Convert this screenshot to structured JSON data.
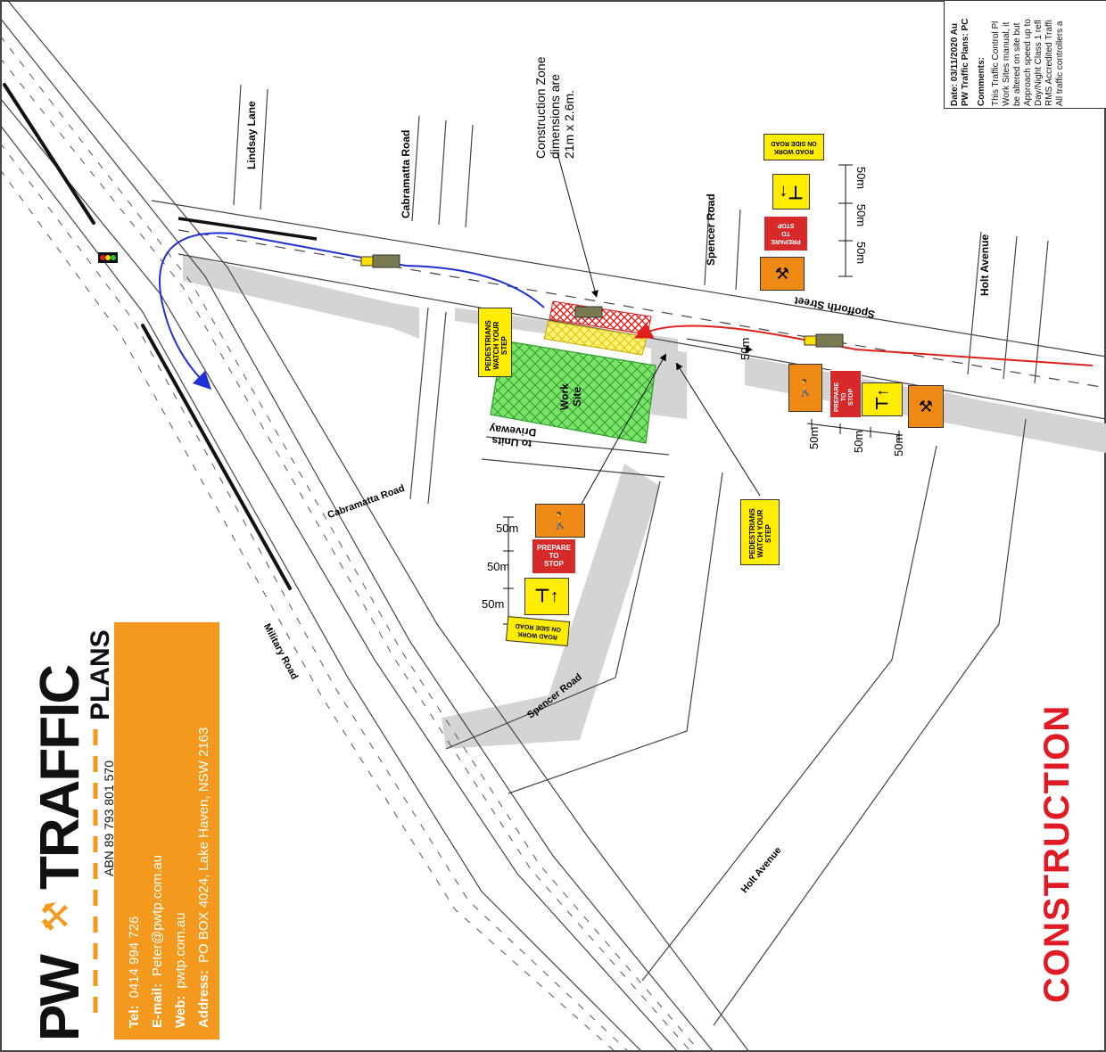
{
  "company": {
    "logo_pw": "PW",
    "logo_traffic": "TRAFFIC",
    "logo_plans": "PLANS",
    "abn": "ABN 89 793 801 570",
    "contacts": [
      {
        "label": "Tel:",
        "value": "0414 994 726"
      },
      {
        "label": "E-mail:",
        "value": "Peter@pwtp.com.au"
      },
      {
        "label": "Web:",
        "value": "pwtp.com.au"
      },
      {
        "label": "Address:",
        "value": "PO BOX 4024, Lake Haven, NSW 2163"
      }
    ],
    "brand_color": "#f39a1e"
  },
  "stamp": "CONSTRUCTION",
  "stamp_color": "#e01b24",
  "info_box": {
    "date_line": "Date: 03/11/2020 Au",
    "plans_line": "PW Traffic Plans: PC",
    "comments_label": "Comments:",
    "lines": [
      "This Traffic Control Pl",
      "Work Sites manual, it",
      "be altered on site but",
      "Approach speed up to",
      "Day/Night Class 1 refl",
      "RMS Accredited Traffi",
      "All traffic controllers a"
    ]
  },
  "streets": {
    "lindsay_lane": "Lindsay Lane",
    "cabramatta_top": "Cabramatta Road",
    "cabramatta_mid": "Cabramatta Road",
    "spencer_top": "Spencer Road",
    "spencer_bottom": "Spencer Road",
    "holt_top": "Holt Avenue",
    "holt_bottom": "Holt Avenue",
    "spofforth": "Spofforth Street",
    "military": "Military Road"
  },
  "annotations": {
    "construction_zone": [
      "Construction Zone",
      "dimensions are",
      "21m x 2.6m."
    ],
    "work_site": [
      "Work",
      "Site"
    ],
    "driveway": [
      "Driveway",
      "to Units"
    ],
    "pedestrians": [
      "PEDESTRIANS",
      "WATCH YOUR",
      "STEP"
    ],
    "distance_50": "50m"
  },
  "signs": {
    "prepare": [
      "PREPARE",
      "TO",
      "STOP"
    ],
    "road_work": [
      "ROAD WORK",
      "ON SIDE ROAD"
    ]
  },
  "colors": {
    "road_shoulder": "#d4d4d4",
    "left_turn_arrow": "#1e2fd6",
    "approach_arrow": "#e0201b",
    "work_site_fill": "#7be36b",
    "zone_yellow": "#fff27a",
    "sign_orange": "#f08a16",
    "sign_red": "#d62a2a",
    "sign_yellow": "#ffec00"
  }
}
